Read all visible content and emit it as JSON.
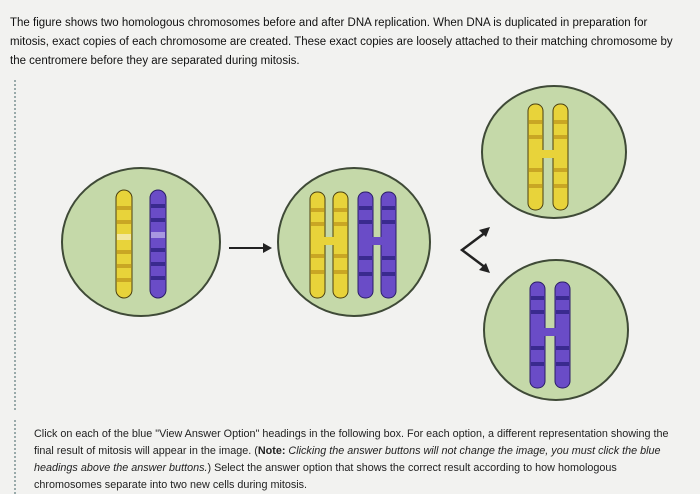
{
  "intro": {
    "text": "The figure shows two homologous chromosomes before and after DNA replication. When DNA is duplicated in preparation for mitosis, exact copies of each chromosome are created. These exact copies are loosely attached to their matching chromosome by the centromere before they are separated during mitosis."
  },
  "figure": {
    "colors": {
      "cell_fill": "#c5d9a9",
      "cell_stroke": "#3f4a37",
      "yellow": "#e8d33a",
      "yellow_band": "#c9a624",
      "purple": "#6a4cc7",
      "purple_band": "#3a2a8f",
      "arrow": "#222222"
    },
    "icons": [
      "right-arrow-icon",
      "split-arrow-icon"
    ]
  },
  "instructions": {
    "part1": "Click on each of the blue \"View Answer Option\" headings in the following box. For each option, a different representation showing the final result of mitosis will appear in the image. (",
    "note_label": "Note:",
    "note_text": " Clicking the answer buttons will not change the image, you must click the blue headings above the answer buttons.",
    "part2": ") Select the answer option that shows the correct result according to how homologous chromosomes separate into two new cells during mitosis."
  }
}
